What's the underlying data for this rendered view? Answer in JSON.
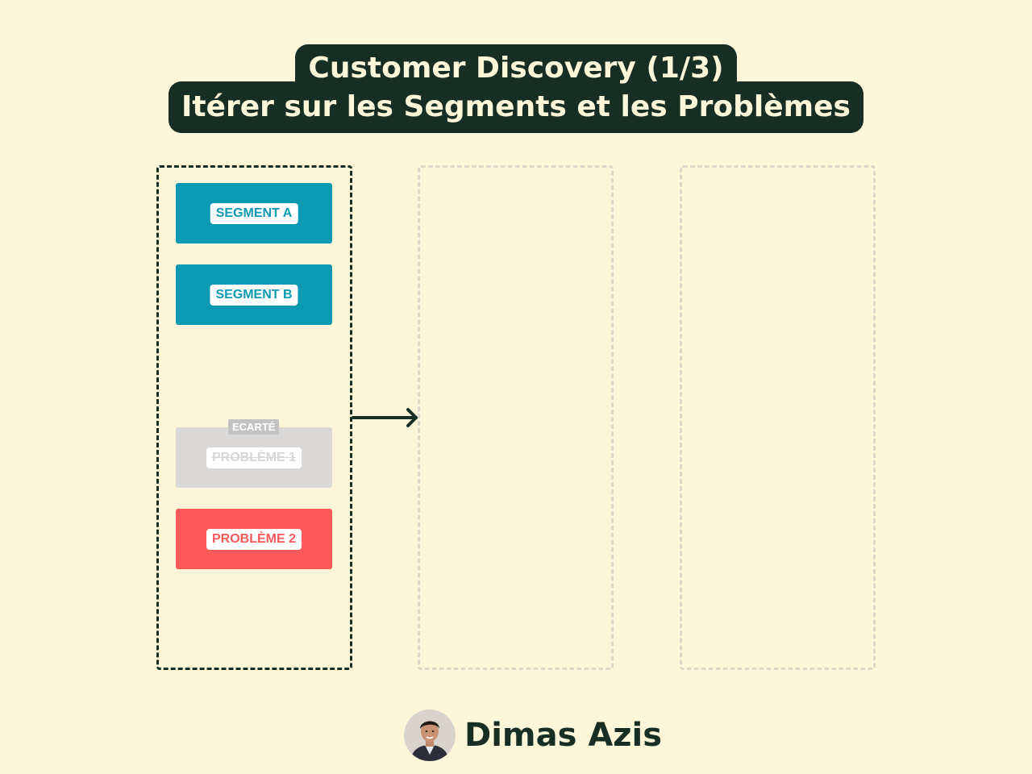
{
  "title": {
    "line1": "Customer Discovery (1/3)",
    "line2": "Itérer sur les Segments et les Problèmes"
  },
  "cards": {
    "segment_a": "SEGMENT A",
    "segment_b": "SEGMENT B",
    "probleme_1": "PROBLÈME 1",
    "probleme_1_badge": "ECARTÉ",
    "probleme_2": "PROBLÈME 2"
  },
  "author": {
    "name": "Dimas Azis"
  },
  "colors": {
    "background": "#fdf6d9",
    "dark": "#172e24",
    "segment": "#0b99b3",
    "problem": "#fc595a",
    "discarded": "#dad9d7"
  }
}
